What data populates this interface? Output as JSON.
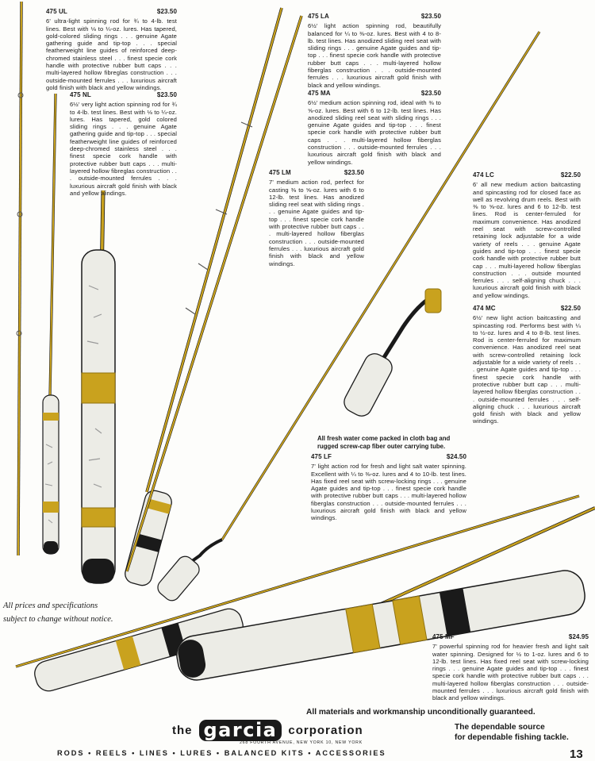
{
  "rods": [
    {
      "code": "475 UL",
      "price": "$23.50",
      "desc": "6' ultra-light spinning rod for ¾ to 4-lb. test lines. Best with ⅛ to ¼-oz. lures. Has tapered, gold-colored sliding rings . . . genuine Agate gathering guide and tip-top . . . special featherweight line guides of reinforced deep-chromed stainless steel . . . finest specie cork handle with protective rubber butt caps . . . multi-layered hollow fibreglas construction . . . outside-mounted ferrules . . . luxurious aircraft gold finish with black and yellow windings."
    },
    {
      "code": "475 NL",
      "price": "$23.50",
      "desc": "6½' very light action spinning rod for ¾ to 4-lb. test lines. Best with ⅛ to ¼-oz. lures. Has tapered, gold colored sliding rings . . . genuine Agate gathering guide and tip-top . . . special featherweight line guides of reinforced deep-chromed stainless steel . . . finest specie cork handle with protective rubber butt caps . . . multi-layered hollow fibreglas construction . . . outside-mounted ferrules . . . luxurious aircraft gold finish with black and yellow windings."
    },
    {
      "code": "475 LA",
      "price": "$23.50",
      "desc": "6½' light action spinning rod, beautifully balanced for ¼ to ⅜-oz. lures. Best with 4 to 8-lb. test lines. Has anodized sliding reel seat with sliding rings . . . genuine Agate guides and tip-top . . . finest specie cork handle with protective rubber butt caps . . . multi-layered hollow fiberglas construction . . . outside-mounted ferrules . . . luxurious aircraft gold finish with black and yellow windings."
    },
    {
      "code": "475 MA",
      "price": "$23.50",
      "desc": "6½' medium action spinning rod, ideal with ⅜ to ⅝-oz. lures. Best with 6 to 12-lb. test lines. Has anodized sliding reel seat with sliding rings . . . genuine Agate guides and tip-top . . . finest specie cork handle with protective rubber butt caps . . . multi-layered hollow fiberglas construction . . . outside-mounted ferrules . . . luxurious aircraft gold finish with black and yellow windings."
    },
    {
      "code": "475 LM",
      "price": "$23.50",
      "desc": "7' medium action rod, perfect for casting ⅜ to ⅝-oz. lures with 6 to 12-lb. test lines. Has anodized sliding reel seat with sliding rings . . . genuine Agate guides and tip-top . . . finest specie cork handle with protective rubber butt caps . . . multi-layered hollow fiberglas construction . . . outside-mounted ferrules . . . luxurious aircraft gold finish with black and yellow windings."
    },
    {
      "code": "474 LC",
      "price": "$22.50",
      "desc": "6' all new medium action baitcasting and spincasting rod for closed face as well as revolving drum reels. Best with ⅜ to ⅝-oz. lures and 6 to 12-lb. test lines. Rod is center-ferruled for maximum convenience. Has anodized reel seat with screw-controlled retaining lock adjustable for a wide variety of reels . . . genuine Agate guides and tip-top . . . finest specie cork handle with protective rubber butt cap . . . multi-layered hollow fiberglas construction . . . outside mounted ferrules . . . self-aligning chuck . . . luxurious aircraft gold finish with black and yellow windings."
    },
    {
      "code": "474 MC",
      "price": "$22.50",
      "desc": "6½' new light action baitcasting and spincasting rod. Performs best with ¼ to ½-oz. lures and 4 to 8-lb. test lines. Rod is center-ferruled for maximum convenience. Has anodized reel seat with screw-controlled retaining lock adjustable for a wide variety of reels . . . genuine Agate guides and tip-top . . . finest specie cork handle with protective rubber butt cap . . . multi-layered hollow fiberglas construction . . . outside-mounted ferrules . . . self-aligning chuck . . . luxurious aircraft gold finish with black and yellow windings."
    },
    {
      "code": "475 LF",
      "price": "$24.50",
      "desc": "7' light action rod for fresh and light salt water spinning. Excellent with ¼ to ⅜-oz. lures and 4 to 10-lb. test lines. Has fixed reel seat with screw-locking rings . . . genuine Agate guides and tip-top . . . finest specie cork handle with protective rubber butt caps . . . multi-layered hollow fiberglas construction . . . outside-mounted ferrules . . . luxurious aircraft gold finish with black and yellow windings."
    },
    {
      "code": "475 MF",
      "price": "$24.95",
      "desc": "7' powerful spinning rod for heavier fresh and light salt water spinning. Designed for ½ to 1-oz. lures and 6 to 12-lb. test lines. Has fixed reel seat with screw-locking rings . . . genuine Agate guides and tip-top . . . finest specie cork handle with protective rubber butt caps . . . multi-layered hollow fiberglas construction . . . outside-mounted ferrules . . . luxurious aircraft gold finish with black and yellow windings."
    }
  ],
  "packing_note": "All fresh water come packed in cloth bag and rugged screw-cap fiber outer carrying tube.",
  "prices_note_line1": "All prices and specifications",
  "prices_note_line2": "subject to change without notice.",
  "guarantee": "All materials and workmanship unconditionally guaranteed.",
  "brand": {
    "the": "the",
    "logo": "garcia",
    "corporation": "corporation",
    "address": "268 FOURTH AVENUE, NEW YORK 10, NEW YORK"
  },
  "tagline_line1": "The dependable source",
  "tagline_line2": "for dependable fishing tackle.",
  "footer_categories": [
    "RODS",
    "REELS",
    "LINES",
    "LURES",
    "BALANCED KITS",
    "ACCESSORIES"
  ],
  "page_number": "13",
  "colors": {
    "gold": "#c9a21e",
    "gold_dark": "#8f7210",
    "cork": "#ecece6",
    "black": "#1a1a1a",
    "paper": "#fdfdfb"
  }
}
